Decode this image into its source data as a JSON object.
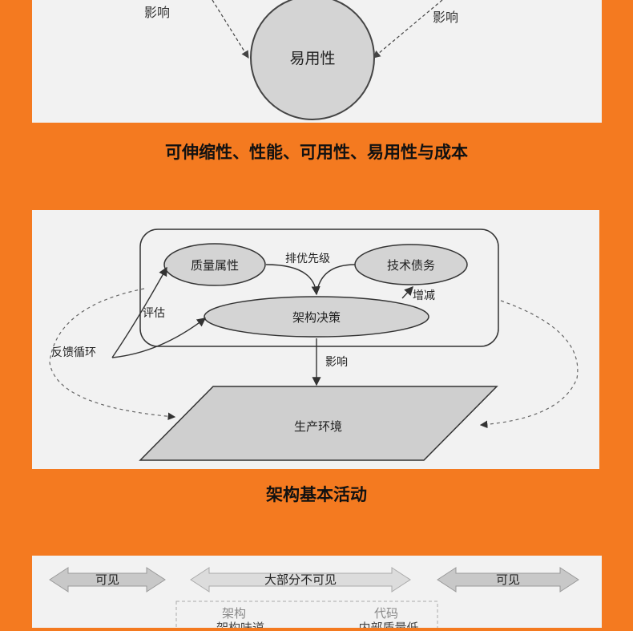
{
  "panel1": {
    "influence_left": "影响",
    "influence_right": "影响",
    "circle_label": "易用性"
  },
  "caption1": "可伸缩性、性能、可用性、易用性与成本",
  "panel2": {
    "quality": "质量属性",
    "prioritize": "排优先级",
    "tech_debt": "技术债务",
    "increase_decrease": "增减",
    "assess": "评估",
    "decision": "架构决策",
    "feedback": "反馈循环",
    "influence": "影响",
    "production": "生产环境"
  },
  "caption2": "架构基本活动",
  "panel3": {
    "left_arrow": "可见",
    "middle_arrow": "大部分不可见",
    "right_arrow": "可见",
    "box_left_title": "架构",
    "box_left_sub": "架构味道",
    "box_right_title": "代码",
    "box_right_sub": "内部质量低"
  },
  "colors": {
    "background": "#f47a20",
    "panel": "#f2f2f2",
    "shape_fill": "#d4d4d4",
    "stroke": "#444444"
  }
}
